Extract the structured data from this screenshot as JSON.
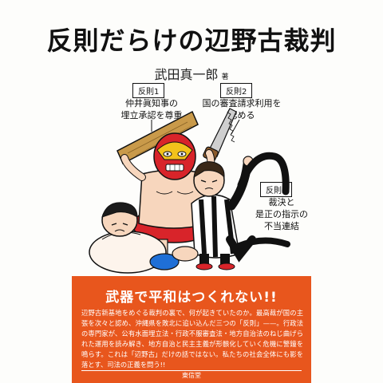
{
  "cover": {
    "title": "反則だらけの辺野古裁判",
    "author_name": "武田真一郎",
    "author_suffix": "著"
  },
  "fouls": [
    {
      "label": "反則1",
      "lines": [
        "仲井眞知事の",
        "埋立承認を尊重"
      ]
    },
    {
      "label": "反則2",
      "lines": [
        "国の審査請求利用を",
        "認める"
      ]
    },
    {
      "label": "反則3",
      "lines": [
        "裁決と",
        "是正の指示の",
        "不当連結"
      ]
    }
  ],
  "panel": {
    "headline": "武器で平和はつくれない!!",
    "body": "辺野古新基地をめぐる裁判の裏で、何が起きていたのか。最高裁が国の主張を次々と認め、沖縄県を敗北に追い込んだ三つの「反則」——。行政法の専門家が、公有水面埋立法・行政不服審査法・地方自治法のねじ曲げられた運用を読み解き、地方自治と民主主義が形骸化していく危機に警鐘を鳴らす。これは「辺野古」だけの話ではない。私たちの社会全体にも影を落とす、司法の正義を問う!!",
    "publisher": "東信堂"
  },
  "colors": {
    "accent": "#e8561d",
    "mask_red": "#d8242a",
    "mask_yellow": "#f2c21b",
    "wood": "#c99a4a"
  }
}
